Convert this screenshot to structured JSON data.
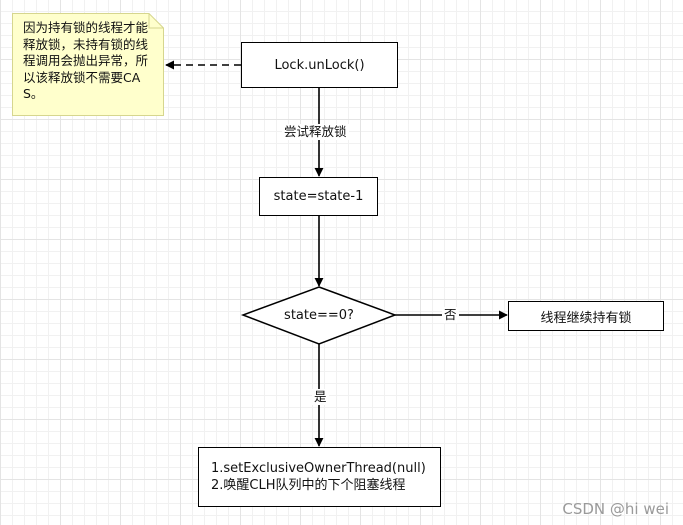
{
  "note": {
    "text": "因为持有锁的线程才能释放锁，未持有锁的线程调用会抛出异常，所以该释放锁不需要CAS。"
  },
  "nodes": {
    "unlock": "Lock.unLock()",
    "decrement": "state=state-1",
    "decision": "state==0?",
    "keep_holding": "线程继续持有锁",
    "release_line1": "1.setExclusiveOwnerThread(null)",
    "release_line2": "2.唤醒CLH队列中的下个阻塞线程"
  },
  "edges": {
    "try_release": "尝试释放锁",
    "no": "否",
    "yes": "是"
  },
  "watermark": "CSDN @hi wei",
  "colors": {
    "note_fill": "#ffffcc",
    "note_border": "#d6d68e",
    "stroke": "#000000"
  }
}
